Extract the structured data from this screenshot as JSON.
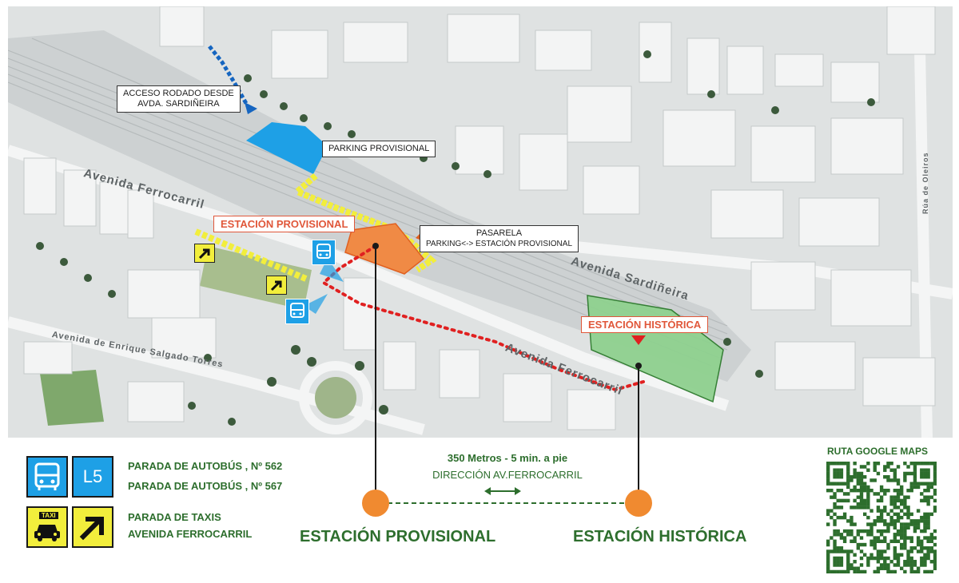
{
  "map": {
    "labels": {
      "access": [
        "ACCESO RODADO DESDE",
        "AVDA. SARDIÑEIRA"
      ],
      "parking": "PARKING PROVISIONAL",
      "pasarela": [
        "PASARELA",
        "PARKING<-> ESTACIÓN PROVISIONAL"
      ],
      "provisional_station": "ESTACIÓN PROVISIONAL",
      "historic_station": "ESTACIÓN HISTÓRICA"
    },
    "streets": {
      "ferrocarril_upper": "Avenida Ferrocarril",
      "sardineira": "Avenida Sardiñeira",
      "ferrocarril_lower": "Avenida Ferrocarril",
      "salgado": "Avenida de Enrique Salgado Torres",
      "right_street": "Rúa de Oleiros"
    },
    "colors": {
      "parking": "#1ea0e6",
      "provisional_station": "#f08a45",
      "historic_station": "#8fd18f",
      "pasarela": "#f2ee3c",
      "walk_route": "#e02020"
    }
  },
  "legend": {
    "bus_line": "L5",
    "bus_stops": [
      "PARADA DE AUTOBÚS , Nº 562",
      "PARADA DE AUTOBÚS , Nº 567"
    ],
    "taxi_word": "TAXI",
    "taxi": [
      "PARADA DE TAXIS",
      "AVENIDA FERROCARRIL"
    ]
  },
  "route": {
    "distance": "350 Metros - 5 min. a pie",
    "direction": "DIRECCIÓN AV.FERROCARRIL",
    "from": "ESTACIÓN PROVISIONAL",
    "to": "ESTACIÓN HISTÓRICA"
  },
  "qr": {
    "title": "RUTA  GOOGLE  MAPS"
  }
}
